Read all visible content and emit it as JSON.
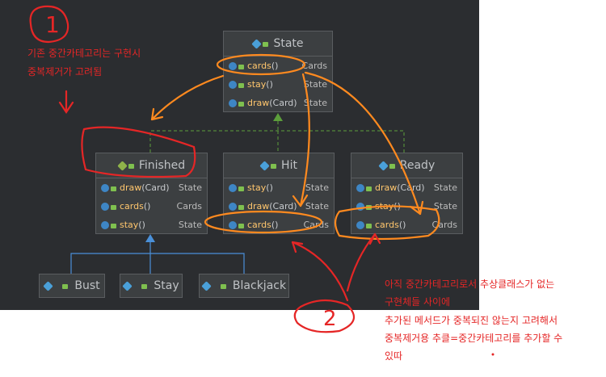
{
  "colors": {
    "canvas": "#2b2d30",
    "box": "#3c3f41",
    "orange": "#ff8a1f",
    "red": "#e52626",
    "green": "#5c9e3b",
    "blue": "#4a90d9"
  },
  "state": {
    "title": "State",
    "rows": [
      {
        "name": "cards()",
        "type": "Cards"
      },
      {
        "name": "stay()",
        "type": "State"
      },
      {
        "name": "draw(Card)",
        "type": "State"
      }
    ]
  },
  "finished": {
    "title": "Finished",
    "rows": [
      {
        "name": "draw(Card)",
        "type": "State"
      },
      {
        "name": "cards()",
        "type": "Cards"
      },
      {
        "name": "stay()",
        "type": "State"
      }
    ]
  },
  "hit": {
    "title": "Hit",
    "rows": [
      {
        "name": "stay()",
        "type": "State"
      },
      {
        "name": "draw(Card)",
        "type": "State"
      },
      {
        "name": "cards()",
        "type": "Cards"
      }
    ]
  },
  "ready": {
    "title": "Ready",
    "rows": [
      {
        "name": "draw(Card)",
        "type": "State"
      },
      {
        "name": "stay()",
        "type": "State"
      },
      {
        "name": "cards()",
        "type": "Cards"
      }
    ]
  },
  "leaves": {
    "bust": "Bust",
    "stay": "Stay",
    "blackjack": "Blackjack"
  },
  "annotations": {
    "num1": "1",
    "num2": "2",
    "note1_line1": "기존 중간카테고리는 구현시",
    "note1_line2": "중복제거가 고려됨",
    "note2_line1": "아직 중간카테고리로서 추상클래스가 없는",
    "note2_line2": "구현체들 사이에",
    "note2_line3": "추가된 메서드가 중복되진 않는지 고려해서",
    "note2_line4": "중복제거용 추클=중간카테고리를 추가할 수",
    "note2_line5": "있따"
  }
}
